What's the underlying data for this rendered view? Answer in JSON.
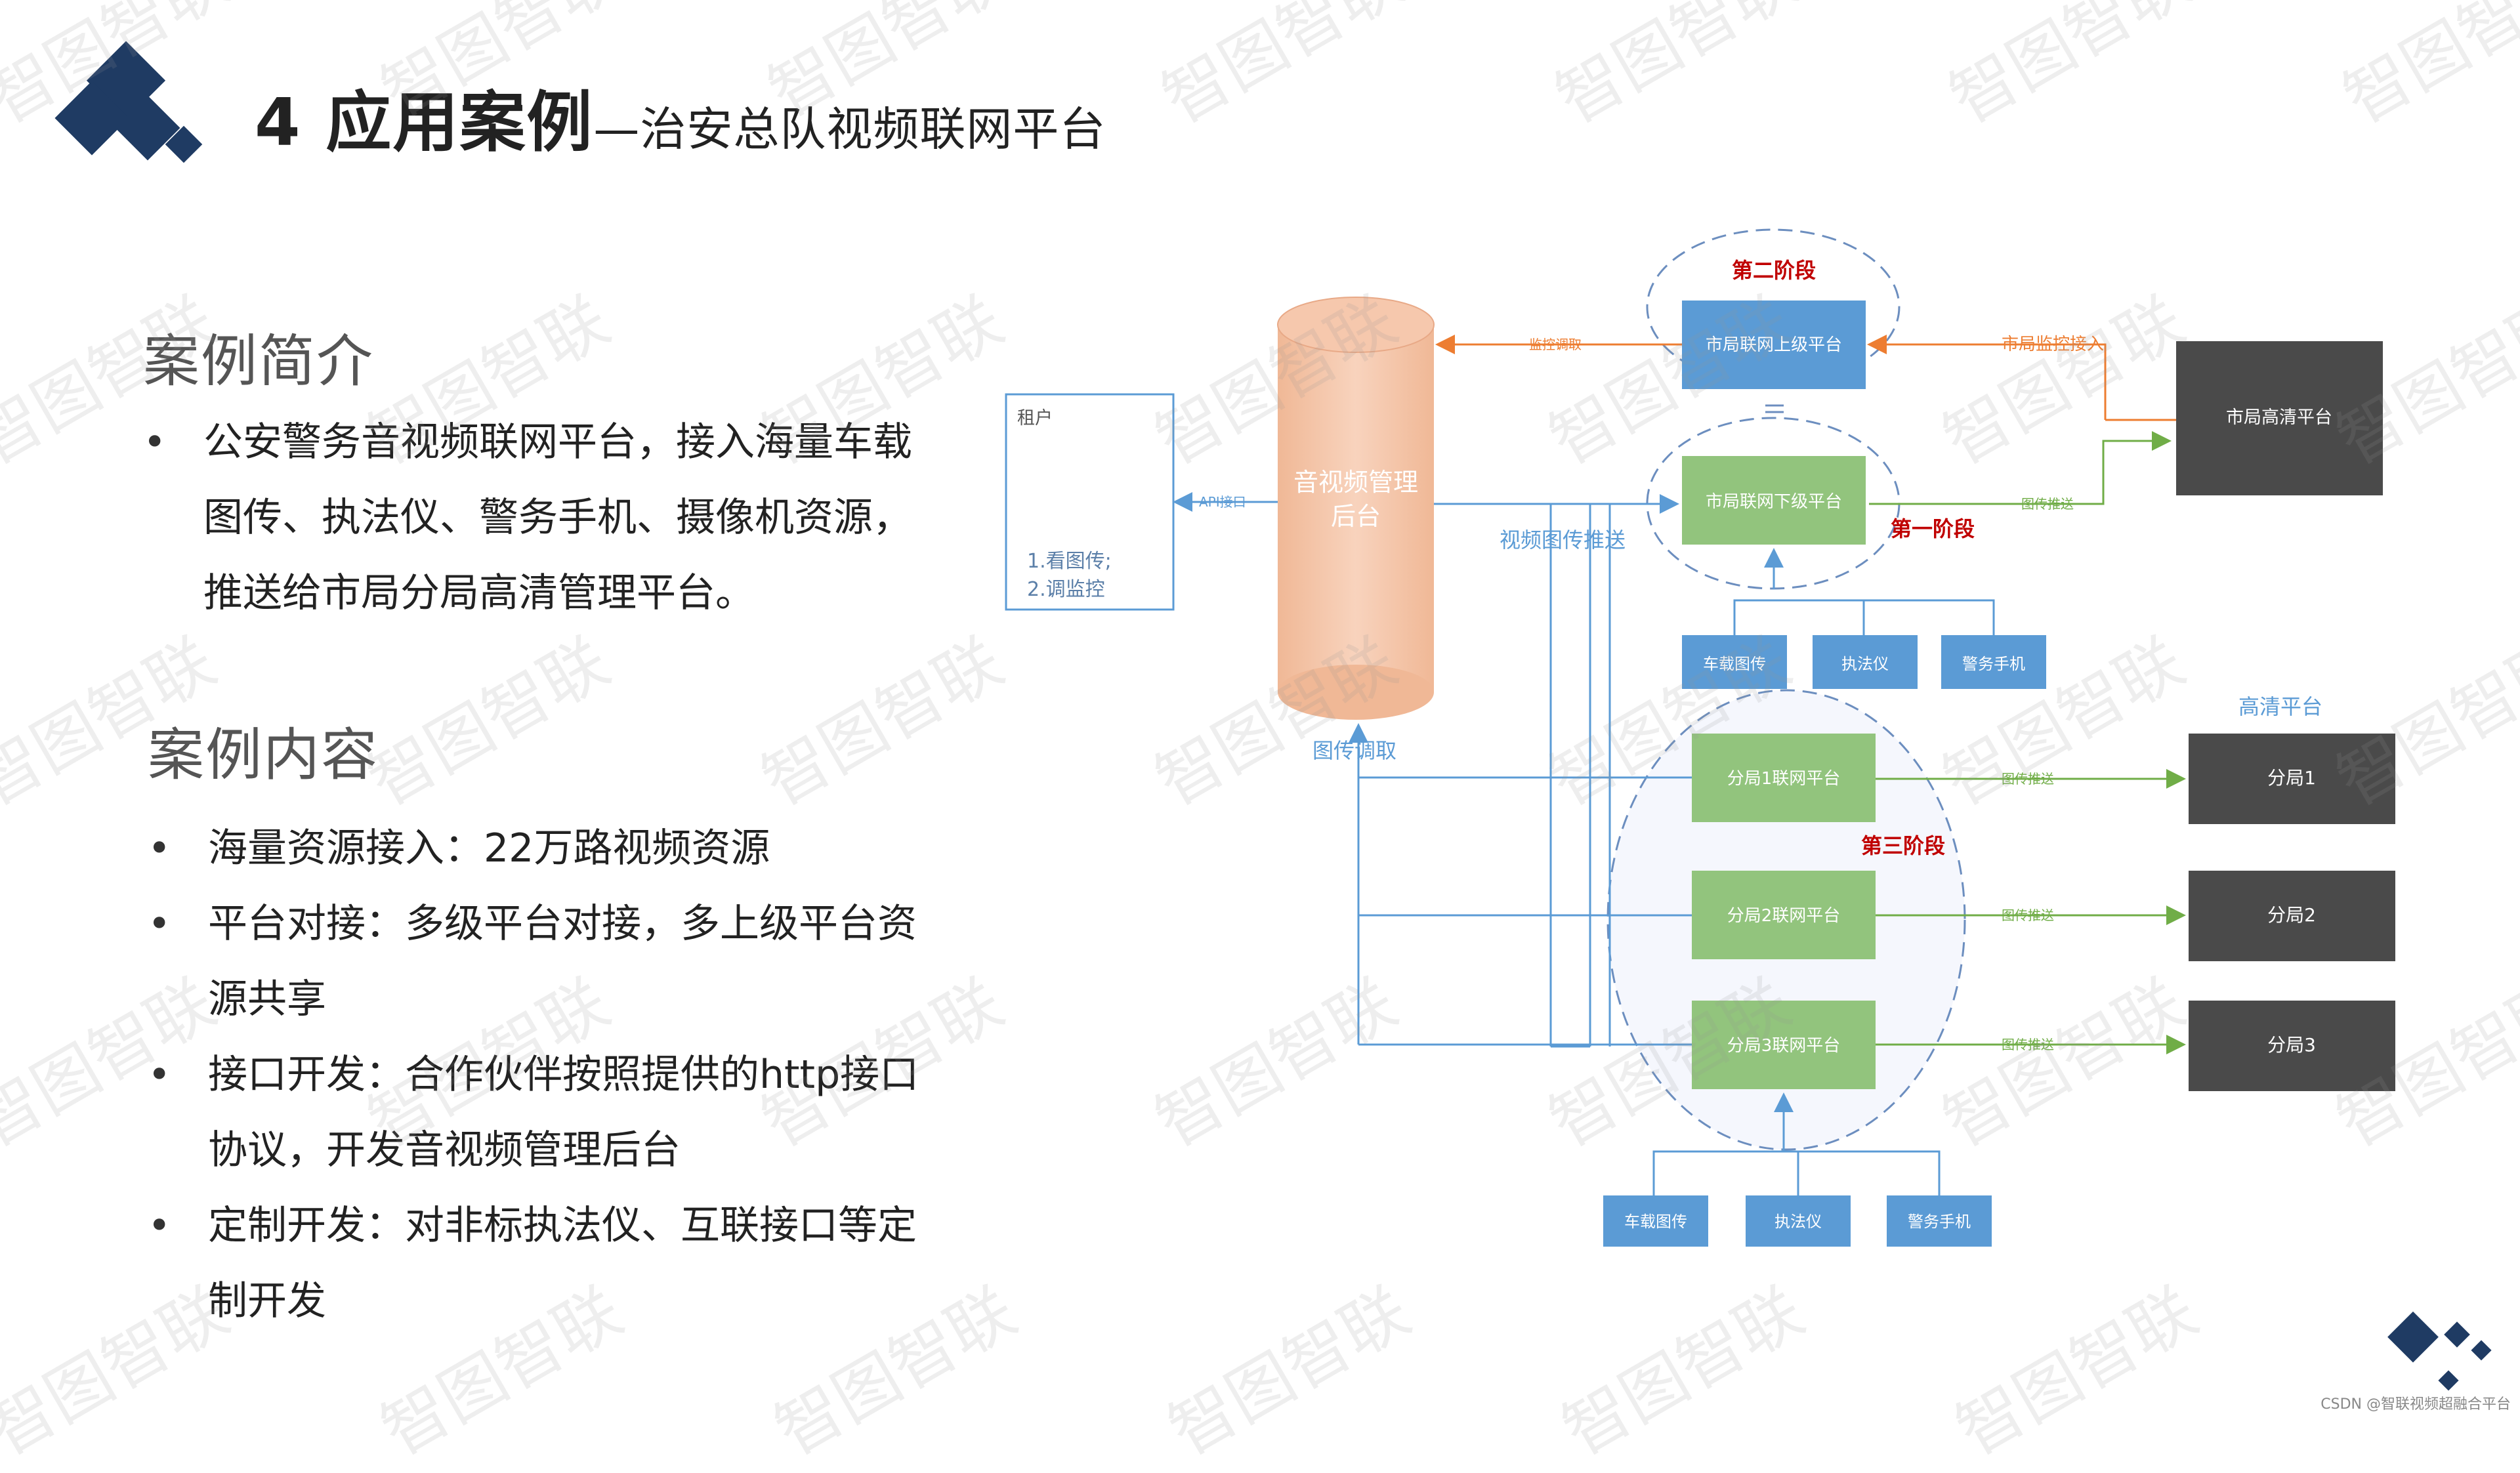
{
  "header": {
    "title_main": "4 应用案例",
    "title_sub": "—治安总队视频联网平台"
  },
  "intro": {
    "heading": "案例简介",
    "items": [
      "公安警务音视频联网平台，接入海量车载",
      "图传、执法仪、警务手机、摄像机资源，",
      "推送给市局分局高清管理平台。"
    ]
  },
  "content": {
    "heading": "案例内容",
    "items": [
      "海量资源接入：22万路视频资源",
      "平台对接：多级平台对接，多上级平台资",
      "源共享",
      "接口开发：合作伙伴按照提供的http接口",
      "协议，开发音视频管理后台",
      "定制开发：对非标执法仪、互联接口等定",
      "制开发"
    ]
  },
  "diagram": {
    "tenant": {
      "title": "租户",
      "items": [
        "1.看图传;",
        "2.调监控"
      ]
    },
    "backend": {
      "line1": "音视频管理",
      "line2": "后台"
    },
    "stages": {
      "stage1": "第一阶段",
      "stage2": "第二阶段",
      "stage3": "第三阶段"
    },
    "platforms": {
      "upper": "市局联网上级平台",
      "lower": "市局联网下级平台",
      "hd": "市局高清平台",
      "hd_group": "高清平台",
      "branch1": "分局1联网平台",
      "branch2": "分局2联网平台",
      "branch3": "分局3联网平台"
    },
    "branches_hd": [
      "分局1",
      "分局2",
      "分局3"
    ],
    "devices": [
      "车载图传",
      "执法仪",
      "警务手机"
    ],
    "edges": {
      "api": "API接口",
      "monitor_fetch": "监控调取",
      "city_monitor": "市局监控接入",
      "img_push": "图传推送",
      "video_push": "视频图传推送",
      "img_fetch": "图传调取"
    }
  },
  "watermark": {
    "text": "智图智联"
  },
  "footer": {
    "text": "CSDN @智联视频超融合平台"
  },
  "colors": {
    "navy": "#1f3b63",
    "blue_box": "#5b9bd5",
    "green_box": "#92c47d",
    "dark_box": "#4a4a4a",
    "cylinder": "#f4c4a6",
    "orange_arrow": "#ed7d31",
    "stage_red": "#c00000"
  }
}
